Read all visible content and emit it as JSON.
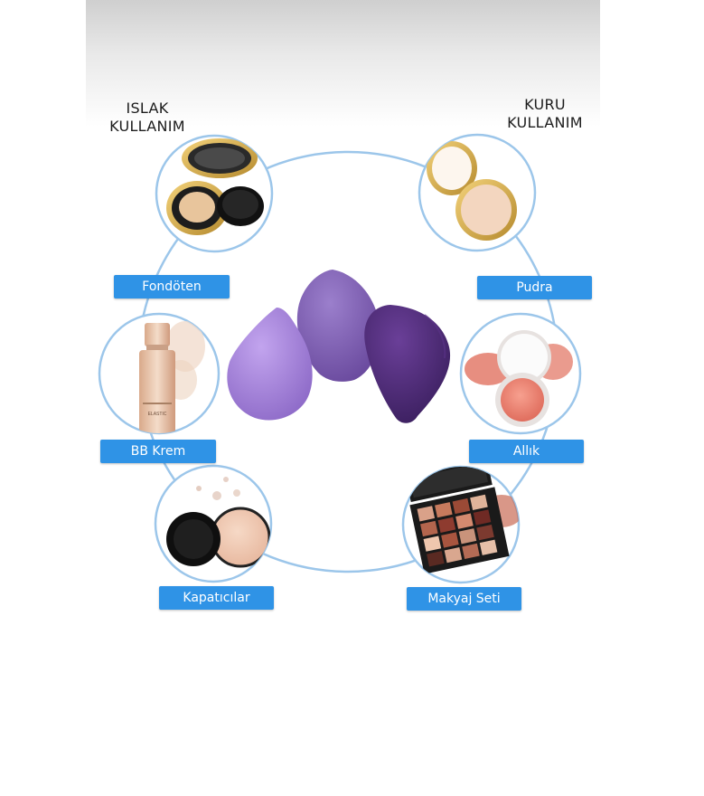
{
  "headings": {
    "left": [
      "ISLAK",
      "KULLANIM"
    ],
    "right": [
      "KURU",
      "KULLANIM"
    ]
  },
  "labels": {
    "fondoten": "Fondöten",
    "bb_krem": "BB Krem",
    "kapaticilar": "Kapatıcılar",
    "pudra": "Pudra",
    "allik": "Allık",
    "makyaj_seti": "Makyaj Seti"
  },
  "colors": {
    "label_bg": "#2f93e6",
    "ring": "#9cc6ea",
    "sponge_light": "#a583d8",
    "sponge_mid": "#7d5db5",
    "sponge_dark": "#4b2a73"
  },
  "bottle_brand": "ELASTIC"
}
